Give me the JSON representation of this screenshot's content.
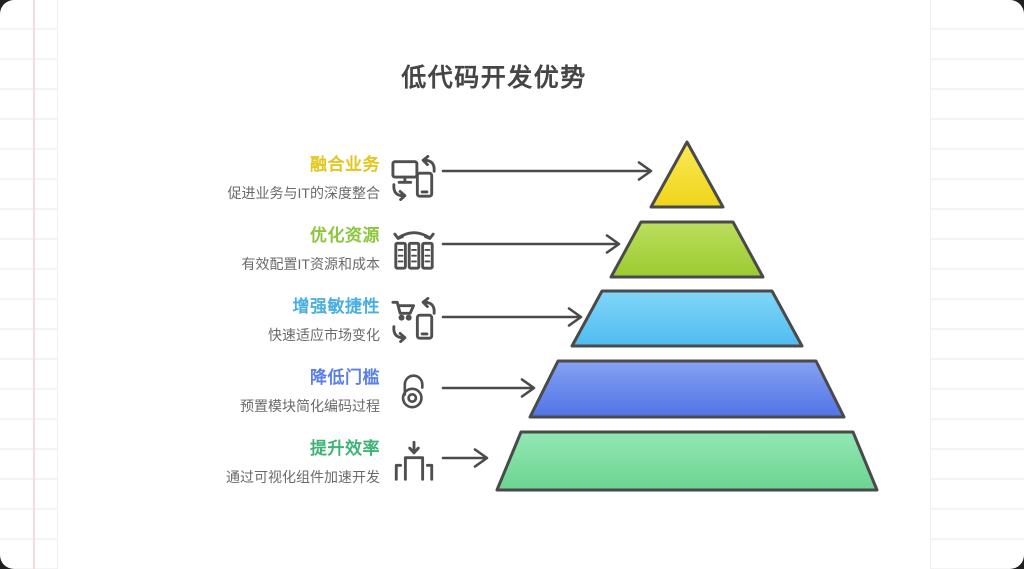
{
  "header": {
    "title": "低代码开发优势"
  },
  "theme": {
    "outside_bg": "#202020",
    "paper_bg": "#ffffff",
    "rule_line_color": "#f4f4f4",
    "margin_line_color": "#f2dcdc",
    "panel_edge_color": "#f0f0f0",
    "title_color": "#454545",
    "description_color": "#6a6a6a",
    "outline_color": "#4a4a4a"
  },
  "chart_data": {
    "type": "pyramid",
    "title": "低代码开发优势",
    "levels": [
      {
        "label": "融合业务",
        "description": "促进业务与IT的深度整合",
        "label_color": "#e3c51d",
        "fill_top": "#f9e956",
        "fill_bottom": "#f0d51b",
        "icon": "device-sync-icon"
      },
      {
        "label": "优化资源",
        "description": "有效配置IT资源和成本",
        "label_color": "#8cc63c",
        "fill_top": "#bcde5e",
        "fill_bottom": "#9bcb30",
        "icon": "server-allocation-icon"
      },
      {
        "label": "增强敏捷性",
        "description": "快速适应市场变化",
        "label_color": "#4aafe0",
        "fill_top": "#82d6f8",
        "fill_bottom": "#4fbcf0",
        "icon": "cart-sync-icon"
      },
      {
        "label": "降低门槛",
        "description": "预置模块简化编码过程",
        "label_color": "#5b7fe8",
        "fill_top": "#85a2f2",
        "fill_bottom": "#5273e6",
        "icon": "open-lock-icon"
      },
      {
        "label": "提升效率",
        "description": "通过可视化组件加速开发",
        "label_color": "#3fb377",
        "fill_top": "#93e7b4",
        "fill_bottom": "#6cd492",
        "icon": "component-install-icon"
      }
    ]
  }
}
